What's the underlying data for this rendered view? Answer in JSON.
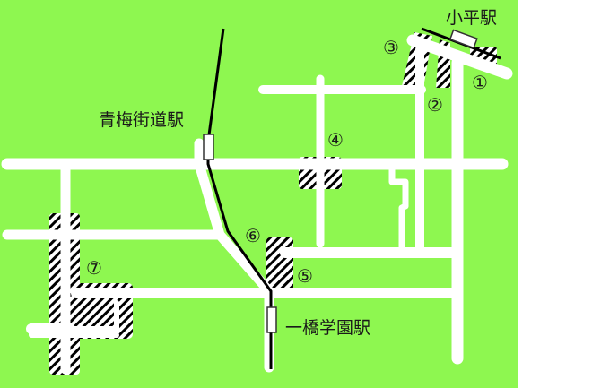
{
  "map": {
    "background_color": "#8ef750",
    "road_color": "#ffffff",
    "rail_color": "#000000",
    "hatch_color": "#000000"
  },
  "stations": [
    {
      "id": "kodaira",
      "name": "小平駅"
    },
    {
      "id": "omekaido",
      "name": "青梅街道駅"
    },
    {
      "id": "hitotsubashi",
      "name": "一橋学園駅"
    }
  ],
  "markers": [
    {
      "id": "1",
      "label": "①"
    },
    {
      "id": "2",
      "label": "②"
    },
    {
      "id": "3",
      "label": "③"
    },
    {
      "id": "4",
      "label": "④"
    },
    {
      "id": "5",
      "label": "⑤"
    },
    {
      "id": "6",
      "label": "⑥"
    },
    {
      "id": "7",
      "label": "⑦"
    }
  ]
}
